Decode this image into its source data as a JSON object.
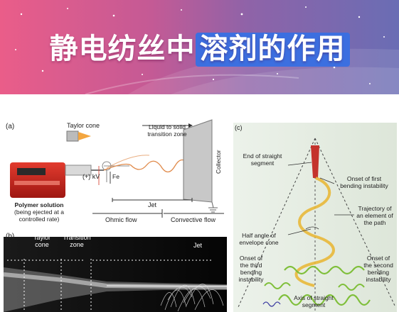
{
  "title": {
    "part1": "静电纺丝中",
    "part2": "溶剂的作用"
  },
  "panel_a": {
    "letter": "(a)",
    "taylor_cone": "Taylor cone",
    "transition": [
      "Liquid to solid",
      "transition zone"
    ],
    "voltage": "(+) kV",
    "force": "Fe",
    "collector": "Collector",
    "jet": "Jet",
    "polymer": [
      "Polymer solution",
      "(being ejected at a",
      "controlled rate)"
    ],
    "ohmic": "Ohmic flow",
    "convective": "Convective flow"
  },
  "panel_b": {
    "letter": "(b)",
    "taylor": [
      "Taylor",
      "cone"
    ],
    "transition": [
      "Transition",
      "zone"
    ],
    "jet": "Jet"
  },
  "panel_c": {
    "letter": "(c)",
    "end_straight": [
      "End of straight",
      "segment"
    ],
    "onset_first": [
      "Onset of first",
      "bending instability"
    ],
    "trajectory": [
      "Trajectory of",
      "an element of",
      "the path"
    ],
    "half_angle": [
      "Half angle of",
      "envelope cone"
    ],
    "onset_third": [
      "Onset of",
      "the third",
      "bending",
      "instability"
    ],
    "onset_second": [
      "Onset of",
      "the second",
      "bending",
      "instability"
    ],
    "axis": [
      "Axis of straight",
      "segment"
    ]
  }
}
